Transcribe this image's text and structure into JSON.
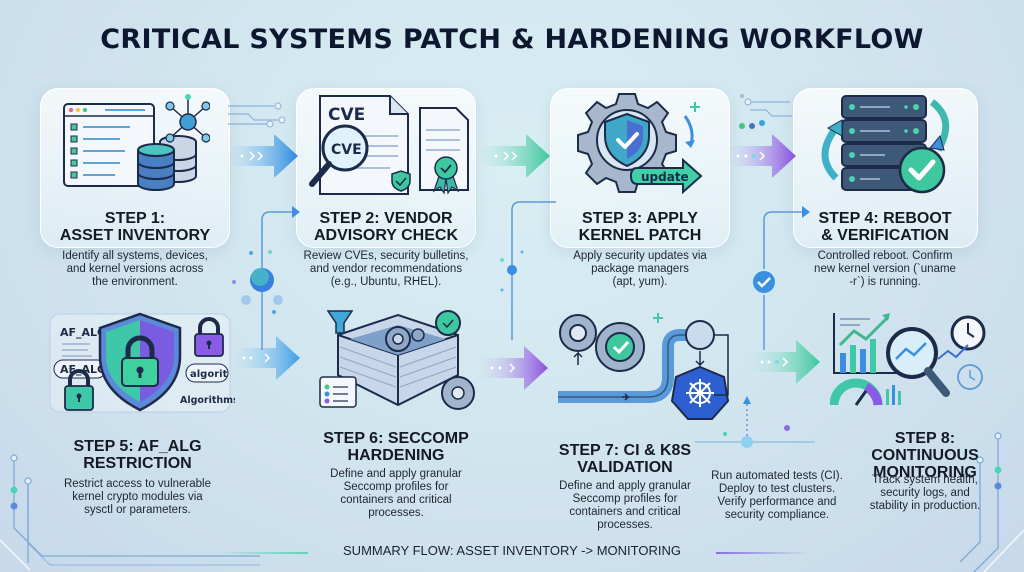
{
  "title": "CRITICAL SYSTEMS PATCH & HARDENING WORKFLOW",
  "steps": [
    {
      "title_line1": "STEP 1:",
      "title_line2": "ASSET INVENTORY",
      "desc_lines": [
        "Identify all systems, devices,",
        "and kernel versions across",
        "the environment."
      ],
      "icon": "server-inventory-icon"
    },
    {
      "title_line1": "STEP 2: VENDOR",
      "title_line2": "ADVISORY CHECK",
      "desc_lines": [
        "Review CVEs, security bulletins,",
        "and vendor recommendations",
        "(e.g., Ubuntu, RHEL)."
      ],
      "icon": "cve-document-icon",
      "icon_text": "CVE"
    },
    {
      "title_line1": "STEP 3: APPLY",
      "title_line2": "KERNEL PATCH",
      "desc_lines": [
        "Apply security updates via",
        "package managers",
        "(apt, yum)."
      ],
      "icon": "gear-shield-update-icon",
      "icon_text": "update"
    },
    {
      "title_line1": "STEP 4: REBOOT",
      "title_line2": "& VERIFICATION",
      "desc_lines": [
        "Controlled reboot. Confirm",
        "new kernel version (`uname",
        "-r`) is running."
      ],
      "icon": "server-reboot-check-icon"
    },
    {
      "title_line1": "STEP 5: AF_ALG",
      "title_line2": "RESTRICTION",
      "desc_lines": [
        "Restrict access to vulnerable",
        "kernel crypto modules via",
        "sysctl or parameters."
      ],
      "icon": "shield-lock-icon",
      "icon_labels": [
        "AF_ALG",
        "AF_ALG",
        "algorit",
        "Algorithms"
      ]
    },
    {
      "title_line1": "STEP 6: SECCOMP",
      "title_line2": "HARDENING",
      "desc_lines": [
        "Define and apply granular",
        "Seccomp profiles for",
        "containers and critical",
        "processes."
      ],
      "icon": "firewall-gears-icon"
    },
    {
      "title_line1": "STEP 7: CI & K8S",
      "title_line2": "VALIDATION",
      "desc_lines": [
        "Define and apply granular",
        "Seccomp profiles for",
        "containers and critical",
        "processes."
      ],
      "desc2_lines": [
        "Run automated tests (CI).",
        "Deploy to test clusters.",
        "Verify performance and",
        "security compliance."
      ],
      "icon": "pipeline-kubernetes-icon"
    },
    {
      "title_line1": "STEP 8:",
      "title_line2": "CONTINUOUS",
      "title_line3": "MONITORING",
      "desc_lines": [
        "Track system health,",
        "security logs, and",
        "stability in production."
      ],
      "icon": "monitoring-magnifier-icon"
    }
  ],
  "summary": "SUMMARY FLOW: ASSET INVENTORY -> MONITORING",
  "colors": {
    "title": "#0e1730",
    "teal": "#3fc8a8",
    "blue": "#3a8fe0",
    "purple": "#8a5ce6",
    "dark_outline": "#1d2b4a"
  }
}
